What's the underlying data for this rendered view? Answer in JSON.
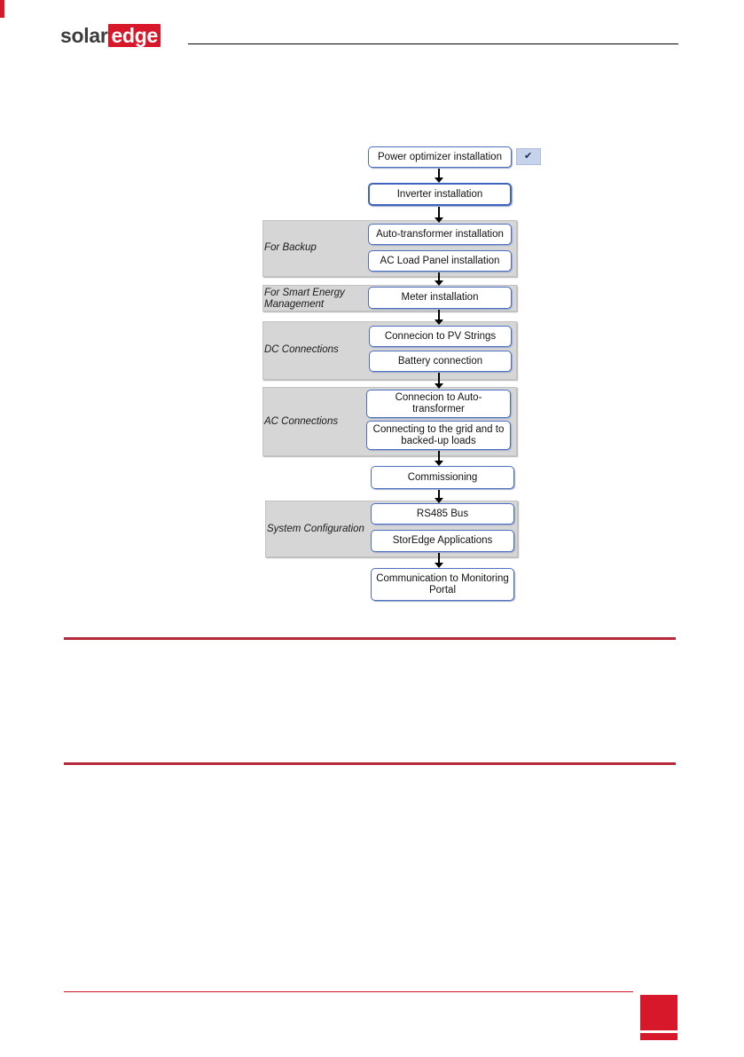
{
  "header": {
    "logo_part1": "solar",
    "logo_part2": "edge"
  },
  "flowchart": {
    "check_mark": "✔",
    "groups": [
      {
        "label": "For Backup"
      },
      {
        "label": "For Smart Energy Management"
      },
      {
        "label": "DC Connections"
      },
      {
        "label": "AC Connections"
      },
      {
        "label": "System Configuration"
      }
    ],
    "steps": [
      "Power optimizer installation",
      "Inverter installation",
      "Auto-transformer installation",
      "AC Load Panel installation",
      "Meter installation",
      "Connecion to PV Strings",
      "Battery connection",
      "Connecion to Auto-transformer",
      "Connecting to the grid and to backed-up loads",
      "Commissioning",
      "RS485 Bus",
      "StorEdge Applications",
      "Communication to Monitoring Portal"
    ]
  },
  "colors": {
    "brand_red": "#d7182a",
    "box_border": "#4d6fc2",
    "group_fill": "#d6d6d6"
  }
}
